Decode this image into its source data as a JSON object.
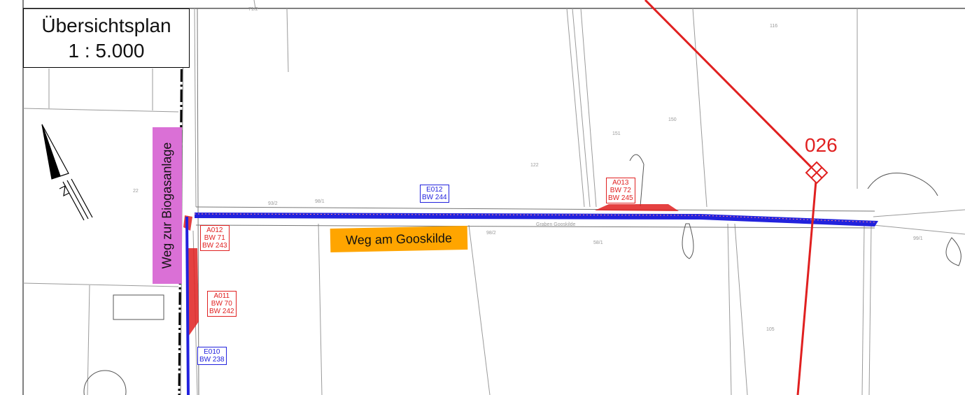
{
  "title": {
    "line1": "Übersichtsplan",
    "line2": "1 : 5.000"
  },
  "streets": {
    "orange": "Weg am Gooskilde",
    "violet": "Weg zur Biogasanlage"
  },
  "mast": {
    "label": "026"
  },
  "labels": {
    "a011": [
      "A011",
      "BW 70",
      "BW 242"
    ],
    "a012": [
      "A012",
      "BW 71",
      "BW 243"
    ],
    "a013": [
      "A013",
      "BW 72",
      "BW 245"
    ],
    "e010": [
      "E010",
      "BW 238"
    ],
    "e012": [
      "E012",
      "BW 244"
    ]
  },
  "parcels": [
    "71/2",
    "116",
    "150",
    "151",
    "122",
    "22",
    "93/2",
    "98/1",
    "98/2",
    "Graben Gooskilde",
    "58/1",
    "99/1",
    "105"
  ],
  "colors": {
    "mark_red": "#e02020",
    "mark_blue": "#2222dd",
    "street_orange": "#ffa500",
    "street_violet": "#da70d6",
    "parcel_lines": "#9a9a9a"
  }
}
